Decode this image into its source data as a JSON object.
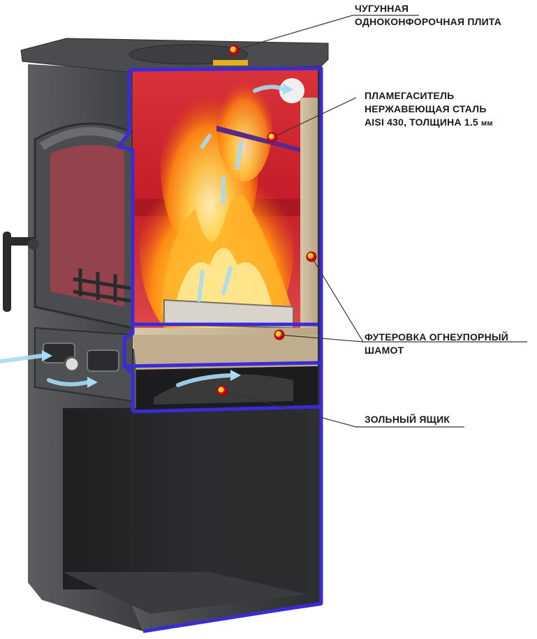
{
  "callouts": {
    "cooktop": {
      "line1": "ЧУГУННАЯ",
      "line2": "ОДНОКОНФОРОЧНАЯ ПЛИТА"
    },
    "baffle": {
      "line1": "ПЛАМЕГАСИТЕЛЬ",
      "line2": "НЕРЖАВЕЮЩАЯ СТАЛЬ",
      "line3_main": "AISI 430, ТОЛЩИНА 1.5 ",
      "line3_unit": "мм"
    },
    "lining": {
      "line1": "ФУТЕРОВКА ОГНЕУПОРНЫЙ",
      "line2": "ШАМОТ"
    },
    "ashbox": {
      "line1": "ЗОЛЬНЫЙ ЯЩИК"
    }
  },
  "colors": {
    "body": "#3a3b3d",
    "body_light": "#55575a",
    "section_outline": "#3b2bd6",
    "firebox_red": "#c8202a",
    "chamotte": "#c9b89b",
    "flame": "#ff9a1a",
    "air_arrow": "#9fd6f3",
    "marker": "#e8121c"
  },
  "icons": [
    "marker-dot-icon",
    "air-flow-arrow-icon",
    "door-handle-icon"
  ]
}
